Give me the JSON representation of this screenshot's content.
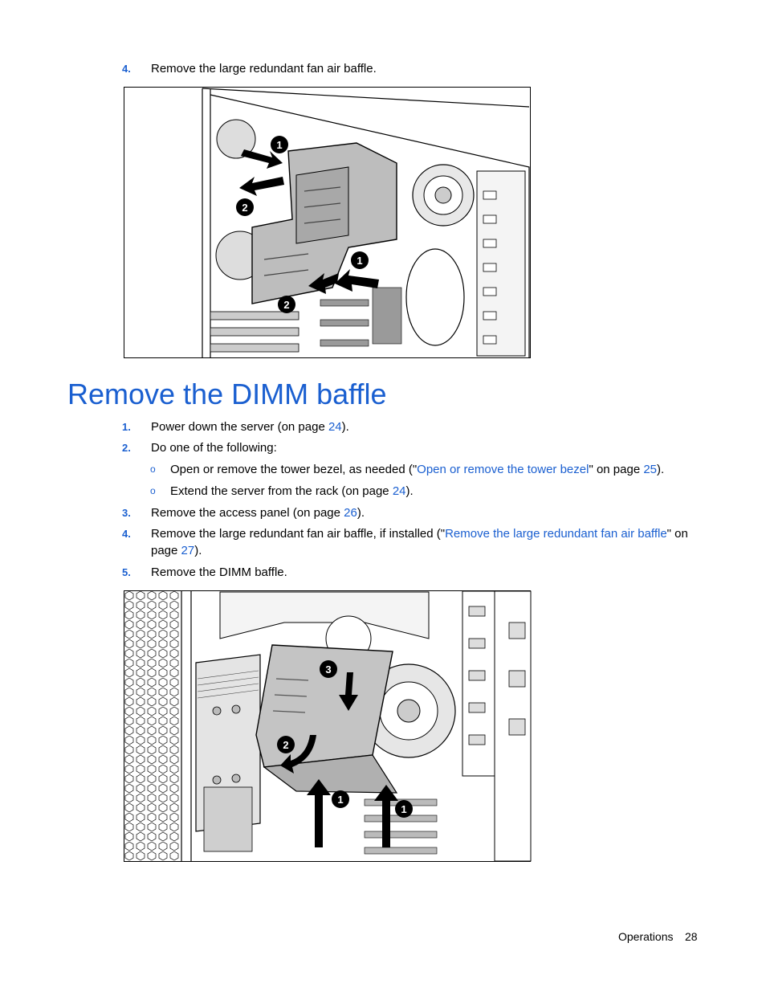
{
  "intro_step": {
    "num": "4.",
    "text": "Remove the large redundant fan air baffle."
  },
  "heading": "Remove the DIMM baffle",
  "steps": [
    {
      "num": "1.",
      "pre": "Power down the server (on page ",
      "link": "24",
      "post": ")."
    },
    {
      "num": "2.",
      "text": "Do one of the following:"
    },
    {
      "num": "3.",
      "pre": "Remove the access panel (on page ",
      "link": "26",
      "post": ")."
    },
    {
      "num": "4.",
      "pre": "Remove the large redundant fan air baffle, if installed (\"",
      "link": "Remove the large redundant fan air baffle",
      "mid": "\" on",
      "line2_pre": "page ",
      "line2_link": "27",
      "line2_post": ")."
    },
    {
      "num": "5.",
      "text": "Remove the DIMM baffle."
    }
  ],
  "substeps": [
    {
      "bullet": "o",
      "pre": "Open or remove the tower bezel, as needed (\"",
      "link": "Open or remove the tower bezel",
      "mid": "\" on page ",
      "link2": "25",
      "post": ")."
    },
    {
      "bullet": "o",
      "pre": "Extend the server from the rack (on page ",
      "link": "24",
      "post": ")."
    }
  ],
  "figure1": {
    "callouts": [
      "1",
      "2",
      "1",
      "2"
    ]
  },
  "figure2": {
    "callouts": [
      "3",
      "2",
      "1",
      "1"
    ]
  },
  "footer": {
    "section": "Operations",
    "page": "28"
  }
}
